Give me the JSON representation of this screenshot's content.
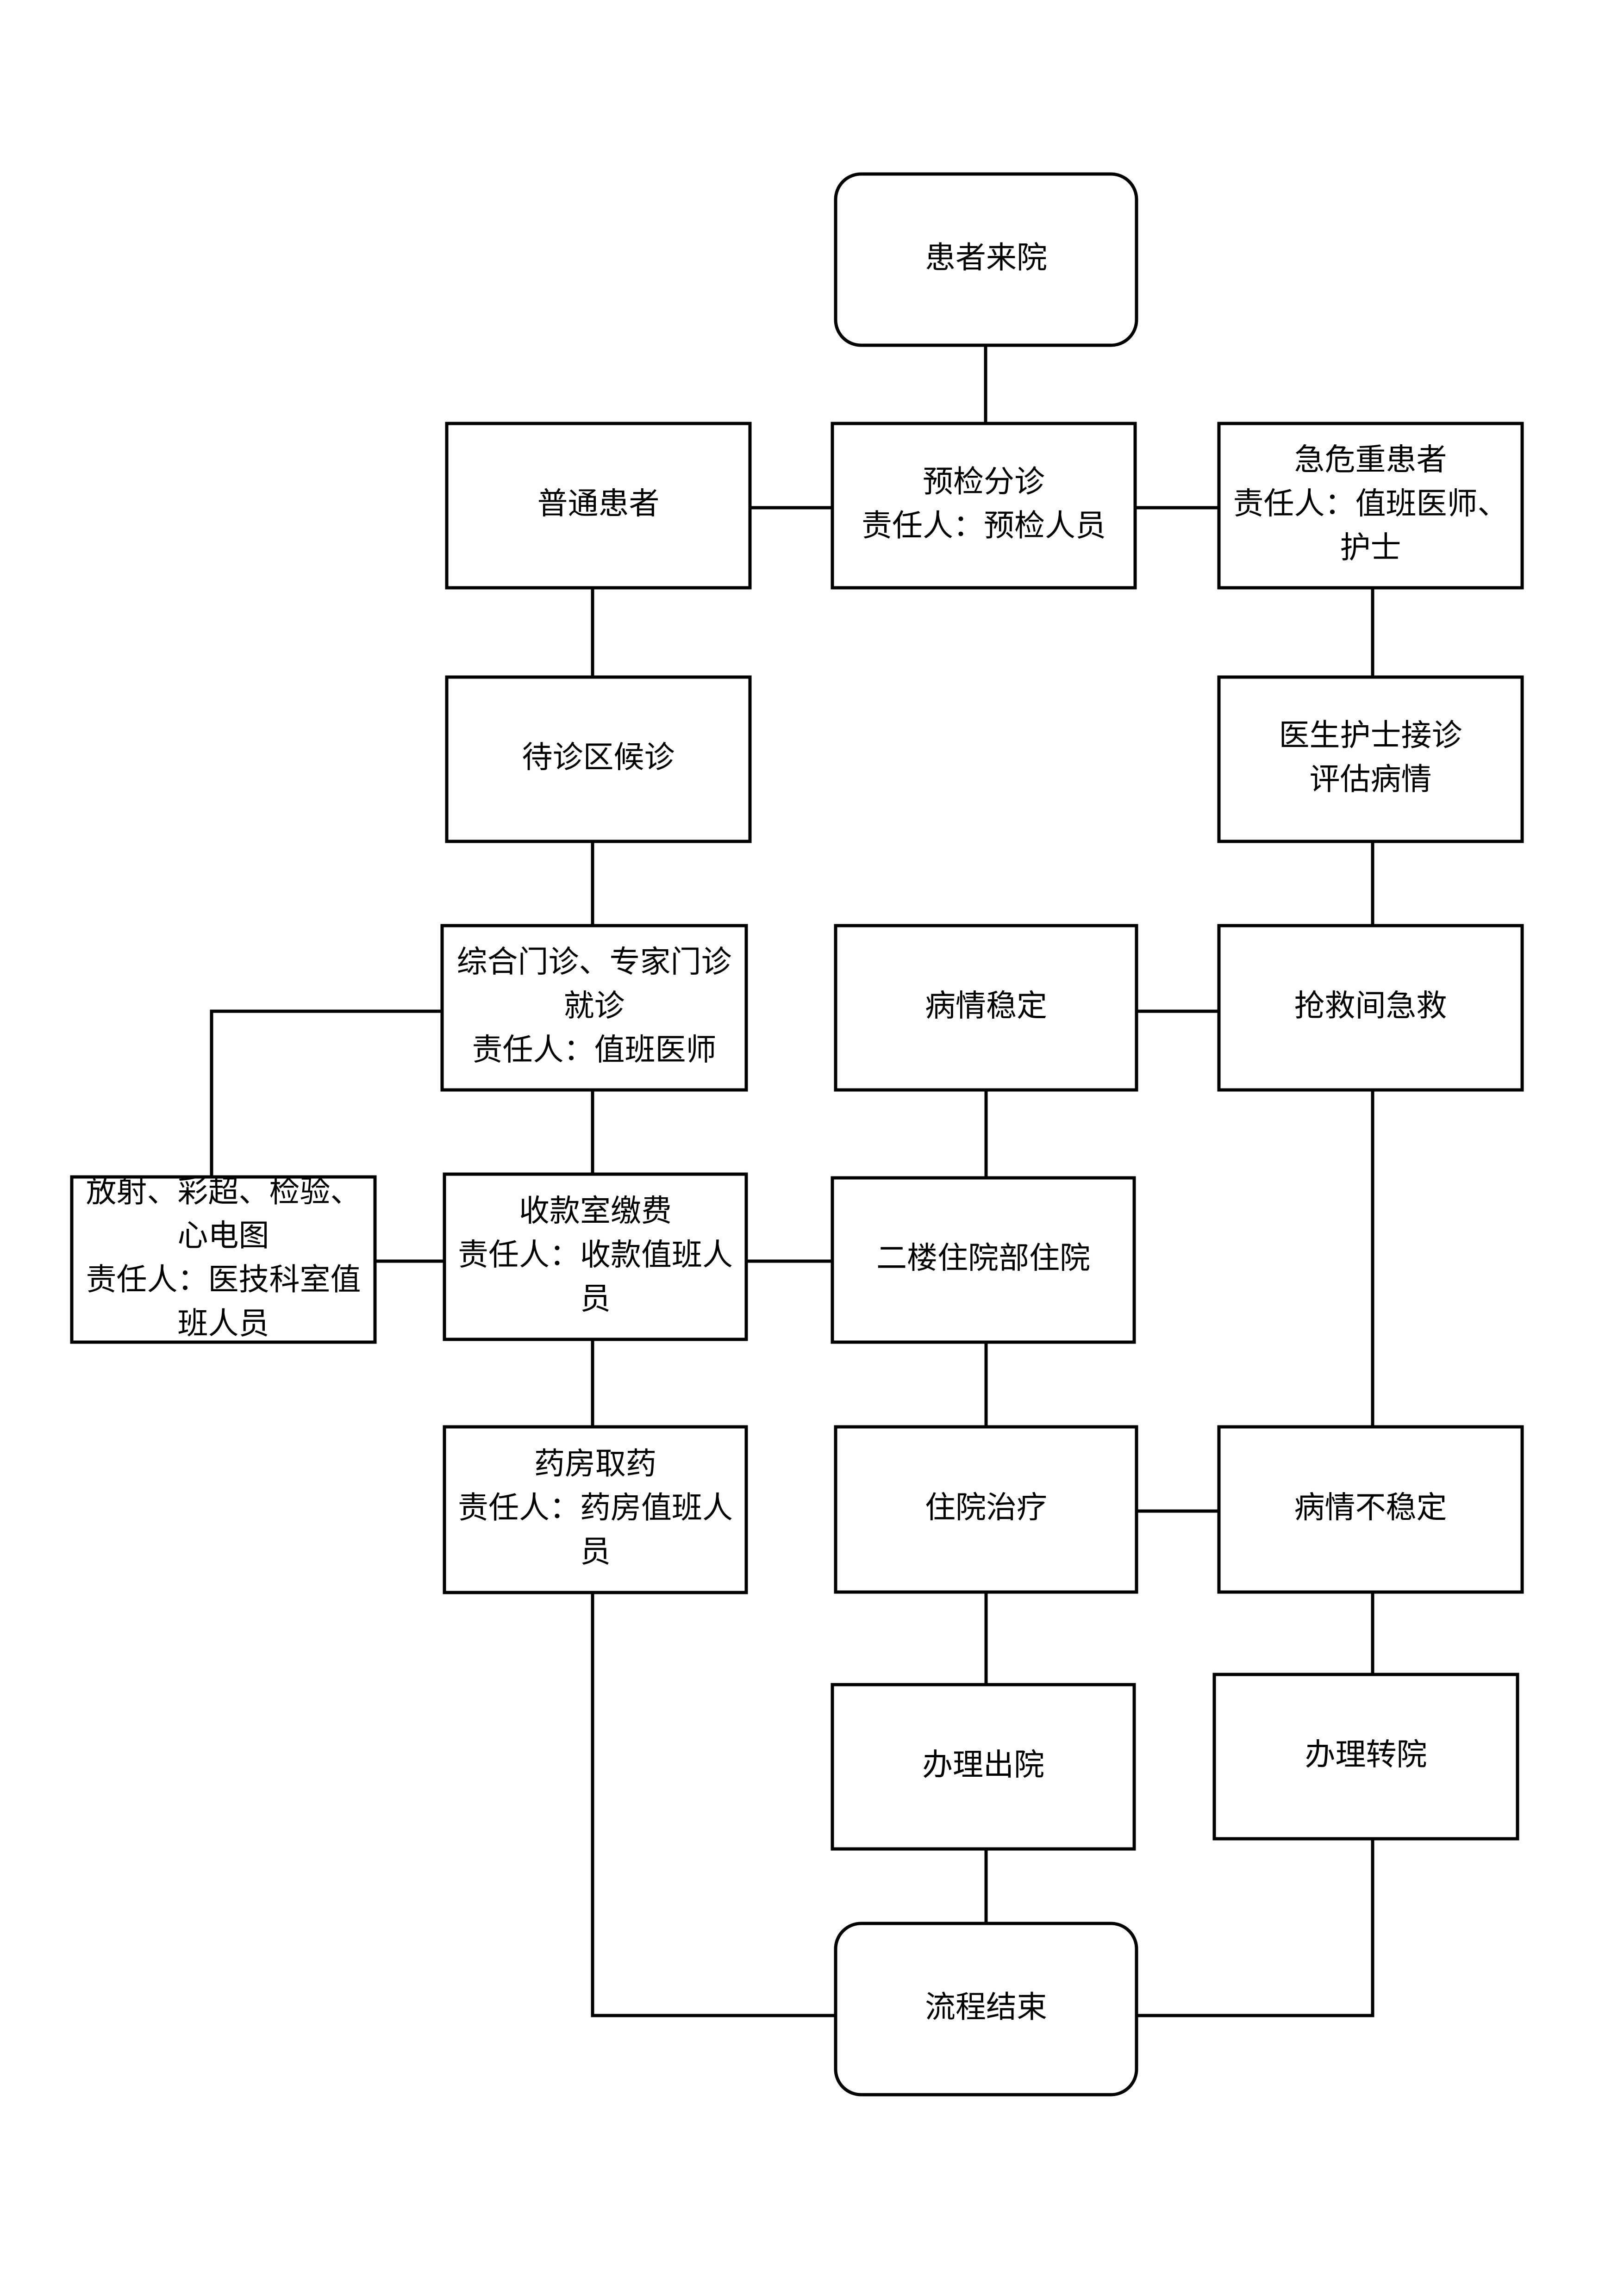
{
  "nodes": {
    "arrive": {
      "lines": [
        "患者来院"
      ]
    },
    "triage": {
      "lines": [
        "预检分诊",
        "责任人：预检人员"
      ]
    },
    "general": {
      "lines": [
        "普通患者"
      ]
    },
    "critical": {
      "lines": [
        "急危重患者",
        "责任人：值班医师、",
        "护士"
      ]
    },
    "waiting": {
      "lines": [
        "待诊区候诊"
      ]
    },
    "assess": {
      "lines": [
        "医生护士接诊",
        "评估病情"
      ]
    },
    "clinic": {
      "lines": [
        "综合门诊、专家门诊",
        "就诊",
        "责任人：值班医师"
      ]
    },
    "stable": {
      "lines": [
        "病情稳定"
      ]
    },
    "rescue": {
      "lines": [
        "抢救间急救"
      ]
    },
    "exam": {
      "lines": [
        "放射、彩超、检验、",
        "心电图",
        "责任人：医技科室值",
        "班人员"
      ]
    },
    "payment": {
      "lines": [
        "收款室缴费",
        "责任人：收款值班人",
        "员"
      ]
    },
    "admit": {
      "lines": [
        "二楼住院部住院"
      ]
    },
    "pharmacy": {
      "lines": [
        "药房取药",
        "责任人：药房值班人",
        "员"
      ]
    },
    "inpatient": {
      "lines": [
        "住院治疗"
      ]
    },
    "unstable": {
      "lines": [
        "病情不稳定"
      ]
    },
    "discharge": {
      "lines": [
        "办理出院"
      ]
    },
    "transfer": {
      "lines": [
        "办理转院"
      ]
    },
    "end": {
      "lines": [
        "流程结束"
      ]
    }
  },
  "edges": [
    {
      "from": "arrive",
      "to": "triage"
    },
    {
      "from": "triage",
      "to": "general"
    },
    {
      "from": "triage",
      "to": "critical"
    },
    {
      "from": "general",
      "to": "waiting"
    },
    {
      "from": "waiting",
      "to": "clinic"
    },
    {
      "from": "clinic",
      "to": "payment"
    },
    {
      "from": "payment",
      "to": "exam"
    },
    {
      "from": "exam",
      "to": "clinic"
    },
    {
      "from": "payment",
      "to": "admit"
    },
    {
      "from": "payment",
      "to": "pharmacy"
    },
    {
      "from": "pharmacy",
      "to": "end"
    },
    {
      "from": "critical",
      "to": "assess"
    },
    {
      "from": "assess",
      "to": "rescue"
    },
    {
      "from": "rescue",
      "to": "stable"
    },
    {
      "from": "rescue",
      "to": "unstable"
    },
    {
      "from": "stable",
      "to": "admit"
    },
    {
      "from": "admit",
      "to": "inpatient"
    },
    {
      "from": "inpatient",
      "to": "unstable"
    },
    {
      "from": "inpatient",
      "to": "discharge"
    },
    {
      "from": "discharge",
      "to": "end"
    },
    {
      "from": "unstable",
      "to": "transfer"
    },
    {
      "from": "transfer",
      "to": "end"
    }
  ]
}
